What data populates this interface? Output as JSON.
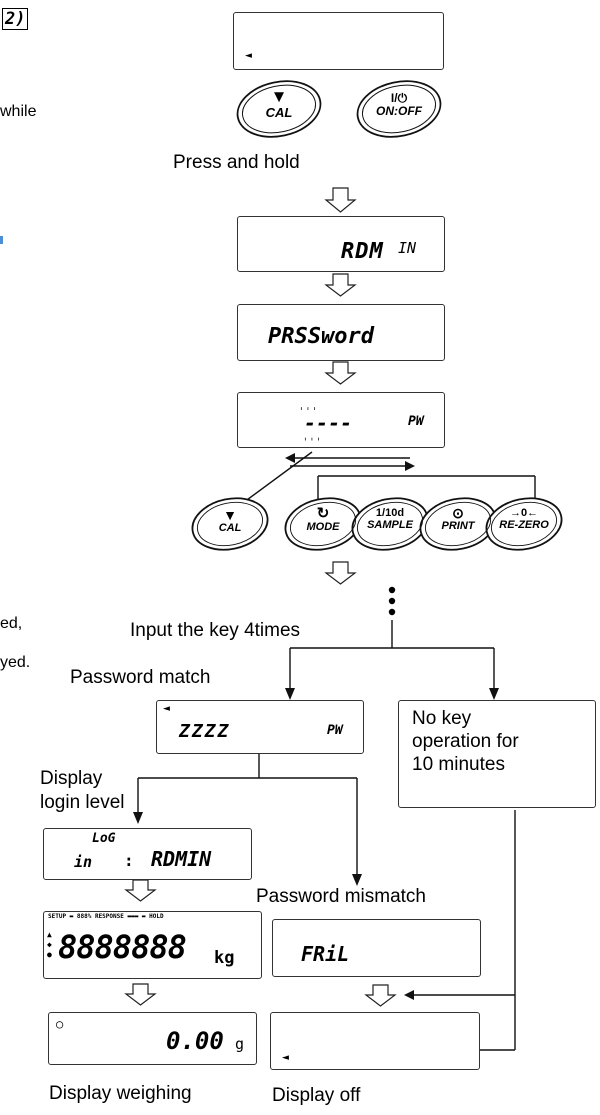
{
  "left_fragments": {
    "top": "2)",
    "while": "while",
    "ed": "ed,",
    "yed": "yed."
  },
  "labels": {
    "press_hold": "Press and hold",
    "input_key": "Input the key 4times",
    "pw_match": "Password  match",
    "display_login_1": "Display",
    "display_login_2": "login level",
    "pw_mismatch": "Password  mismatch",
    "no_key_1": "No key",
    "no_key_2": "operation for",
    "no_key_3": "10 minutes",
    "display_weighing": "Display weighing",
    "display_off": "Display off"
  },
  "keys": {
    "cal_arrow": "▼",
    "cal": "CAL",
    "onoff_symbol": "I/⏻",
    "onoff": "ON:OFF",
    "mode_symbol": "↻",
    "mode": "MODE",
    "sample_top": "1/10d",
    "sample": "SAMPLE",
    "print_symbol": "⊙",
    "print": "PRINT",
    "rezero_symbol": "→0←",
    "rezero": "RE-ZERO"
  },
  "displays": {
    "admin": "RDM",
    "admin_in": "IN",
    "password": "PRSSword",
    "dashes": "----",
    "pw": "PW",
    "pw_digits": "ZZZZ",
    "log_top": "LoG",
    "log_in": "in",
    "log_colon": ":",
    "log_admin": "RDMIN",
    "fail": "FRiL",
    "weight_value": "0.00",
    "weight_unit": "g",
    "full_digits": "8888888",
    "full_bar": "SETUP  ▬ 888% RESPONSE ▬▬▬ ▬ HOLD",
    "full_unit": "kg",
    "indicator": "◄"
  }
}
